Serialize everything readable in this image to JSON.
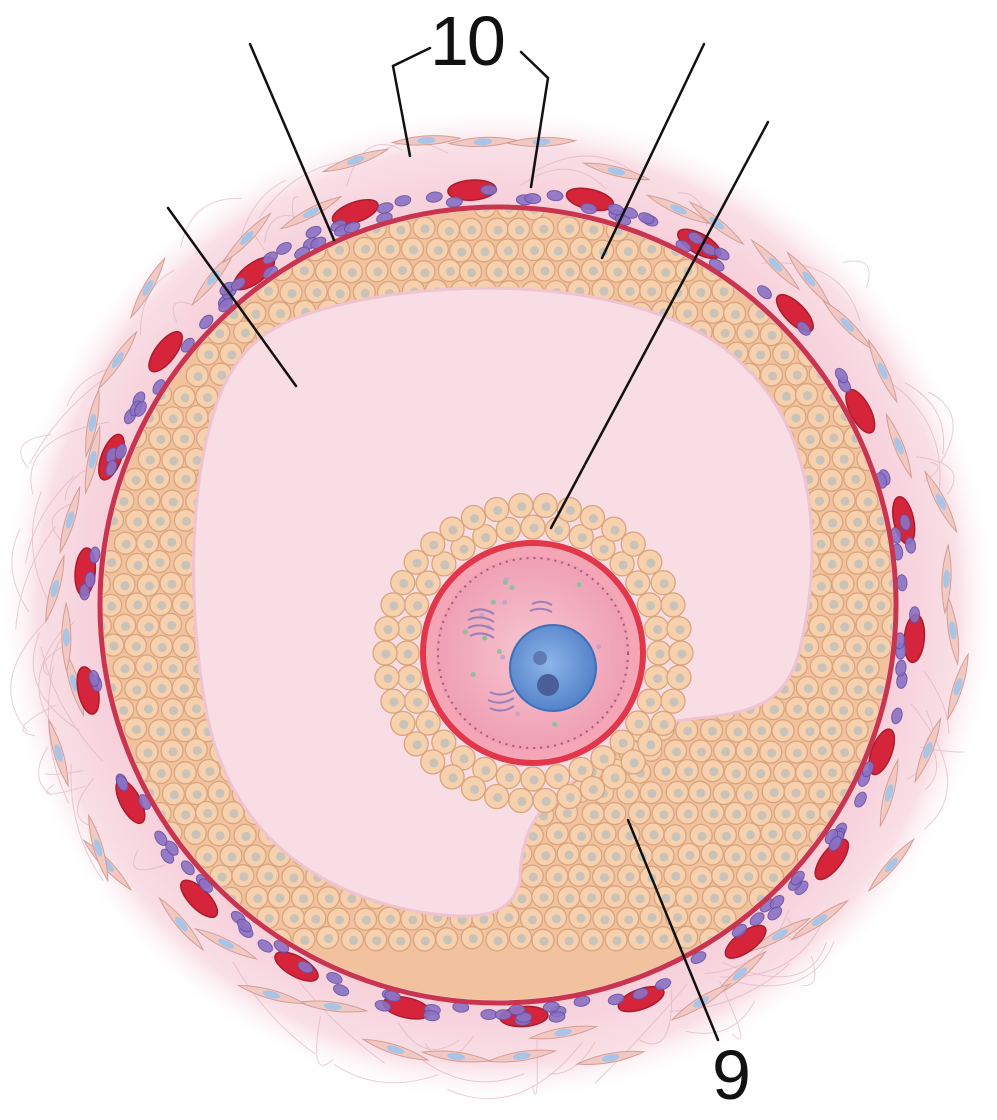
{
  "labels": {
    "ten": "10",
    "nine": "9"
  },
  "colors": {
    "background": "#ffffff",
    "theca_halo": "#f6cfd9",
    "antrum_fluid": "#f9dde4",
    "granulosa_cell": "#f7d0ad",
    "granulosa_outline": "#d9a57e",
    "granulosa_nucleus": "#c9c2b8",
    "basement_membrane": "#c9344e",
    "theca_interna_cell": "#8b72c4",
    "blood_vessel": "#d6253a",
    "fibroblast": "#f2c9c2",
    "fibroblast_nucleus": "#a8c4e6",
    "zona_pellucida": "#e2364b",
    "oocyte_cytoplasm": "#f3b7c7",
    "oocyte_nucleus": "#6b9ad8",
    "leader_line": "#111111"
  },
  "icons": [
    "cell-shape",
    "vessel-shape",
    "fibroblast-shape"
  ]
}
